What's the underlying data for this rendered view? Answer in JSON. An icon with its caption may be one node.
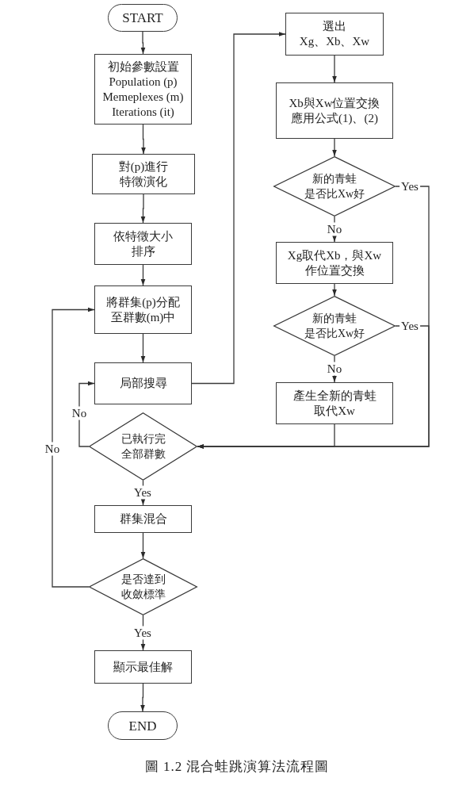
{
  "diagram": {
    "caption": "圖 1.2 混合蛙跳演算法流程圖",
    "nodes": [
      {
        "text": [
          "START"
        ]
      },
      {
        "text": [
          "初始參數設置",
          "Population (p)",
          "Memeplexes (m)",
          "Iterations (it)"
        ]
      },
      {
        "text": [
          "對(p)進行特徵演化"
        ]
      },
      {
        "text": [
          "依特徵大小排序"
        ]
      },
      {
        "text": [
          "將群集(p)分配至群數(m)中"
        ]
      },
      {
        "text": [
          "局部搜尋"
        ]
      },
      {
        "text": [
          "已執行完全部群數"
        ]
      },
      {
        "text": [
          "群集混合"
        ]
      },
      {
        "text": [
          "是否達到收斂標準"
        ]
      },
      {
        "text": [
          "顯示最佳解"
        ]
      },
      {
        "text": [
          "END"
        ]
      },
      {
        "text": [
          "選出Xg、Xb、Xw"
        ]
      },
      {
        "text": [
          "Xb與Xw位置交換應用公式(1)、(2)"
        ]
      },
      {
        "text": [
          "新的青蛙是否比Xw好"
        ]
      },
      {
        "text": [
          "Xg取代Xb，與Xw作位置交換"
        ]
      },
      {
        "text": [
          "新的青蛙是否比Xw好"
        ]
      },
      {
        "text": [
          "產生全新的青蛙取代Xw"
        ]
      }
    ],
    "edges": [
      {
        "from": 0,
        "to": 1,
        "arrow": "to"
      },
      {
        "from": 1,
        "to": 2,
        "arrow": "to"
      },
      {
        "from": 2,
        "to": 3,
        "arrow": "to"
      },
      {
        "from": 3,
        "to": 4,
        "arrow": "to"
      },
      {
        "from": 4,
        "to": 5,
        "arrow": "to"
      },
      {
        "from": 5,
        "to": 11,
        "arrow": "to"
      },
      {
        "from": 11,
        "to": 12,
        "arrow": "to"
      },
      {
        "from": 12,
        "to": 13,
        "arrow": "to"
      },
      {
        "from": 13,
        "to": 14,
        "arrow": "to",
        "label": "No"
      },
      {
        "from": 13,
        "to": 6,
        "arrow": "to",
        "label": "Yes"
      },
      {
        "from": 14,
        "to": 15,
        "arrow": "to"
      },
      {
        "from": 15,
        "to": 16,
        "arrow": "to",
        "label": "No"
      },
      {
        "from": 15,
        "to": 6,
        "arrow": "to",
        "label": "Yes"
      },
      {
        "from": 16,
        "to": 6,
        "arrow": "to"
      },
      {
        "from": 6,
        "to": 5,
        "arrow": "to",
        "label": "No"
      },
      {
        "from": 6,
        "to": 7,
        "arrow": "to",
        "label": "Yes"
      },
      {
        "from": 7,
        "to": 8,
        "arrow": "to"
      },
      {
        "from": 8,
        "to": 4,
        "arrow": "to",
        "label": "No"
      },
      {
        "from": 8,
        "to": 9,
        "arrow": "to",
        "label": "Yes"
      },
      {
        "from": 9,
        "to": 10,
        "arrow": "to"
      }
    ]
  }
}
